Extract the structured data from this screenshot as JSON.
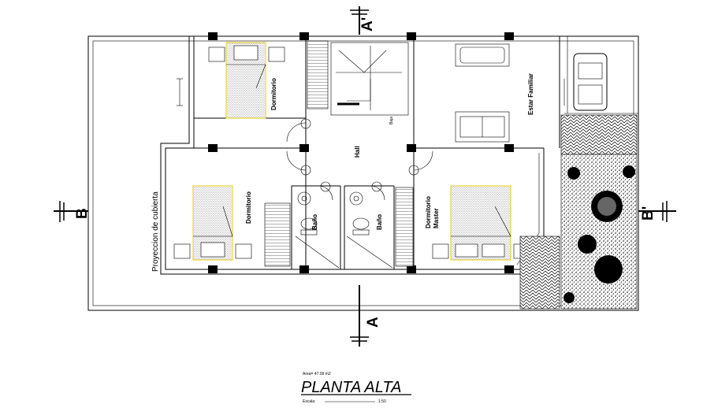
{
  "rooms": {
    "dormitorio_1": "Dormitorio",
    "dormitorio_2": "Dormitorio",
    "dormitorio_master_1": "Dormitorio",
    "dormitorio_master_2": "Master",
    "estar_familiar": "Estar Familiar",
    "hall": "Hall",
    "bano_1": "Baño",
    "bano_2": "Baño",
    "baja": "Baja"
  },
  "notes": {
    "proyeccion": "Proyeccion de cubierta",
    "area": "Area= 47.99 m2",
    "escala_label": "Escala:",
    "escala_value": "1:50"
  },
  "sections": {
    "a_top": "A'",
    "a_bottom": "A",
    "b_left": "B",
    "b_right": "B'"
  },
  "title": "PLANTA ALTA",
  "colors": {
    "line": "#000000",
    "furniture_highlight": "#e8d23a",
    "background": "#ffffff"
  }
}
